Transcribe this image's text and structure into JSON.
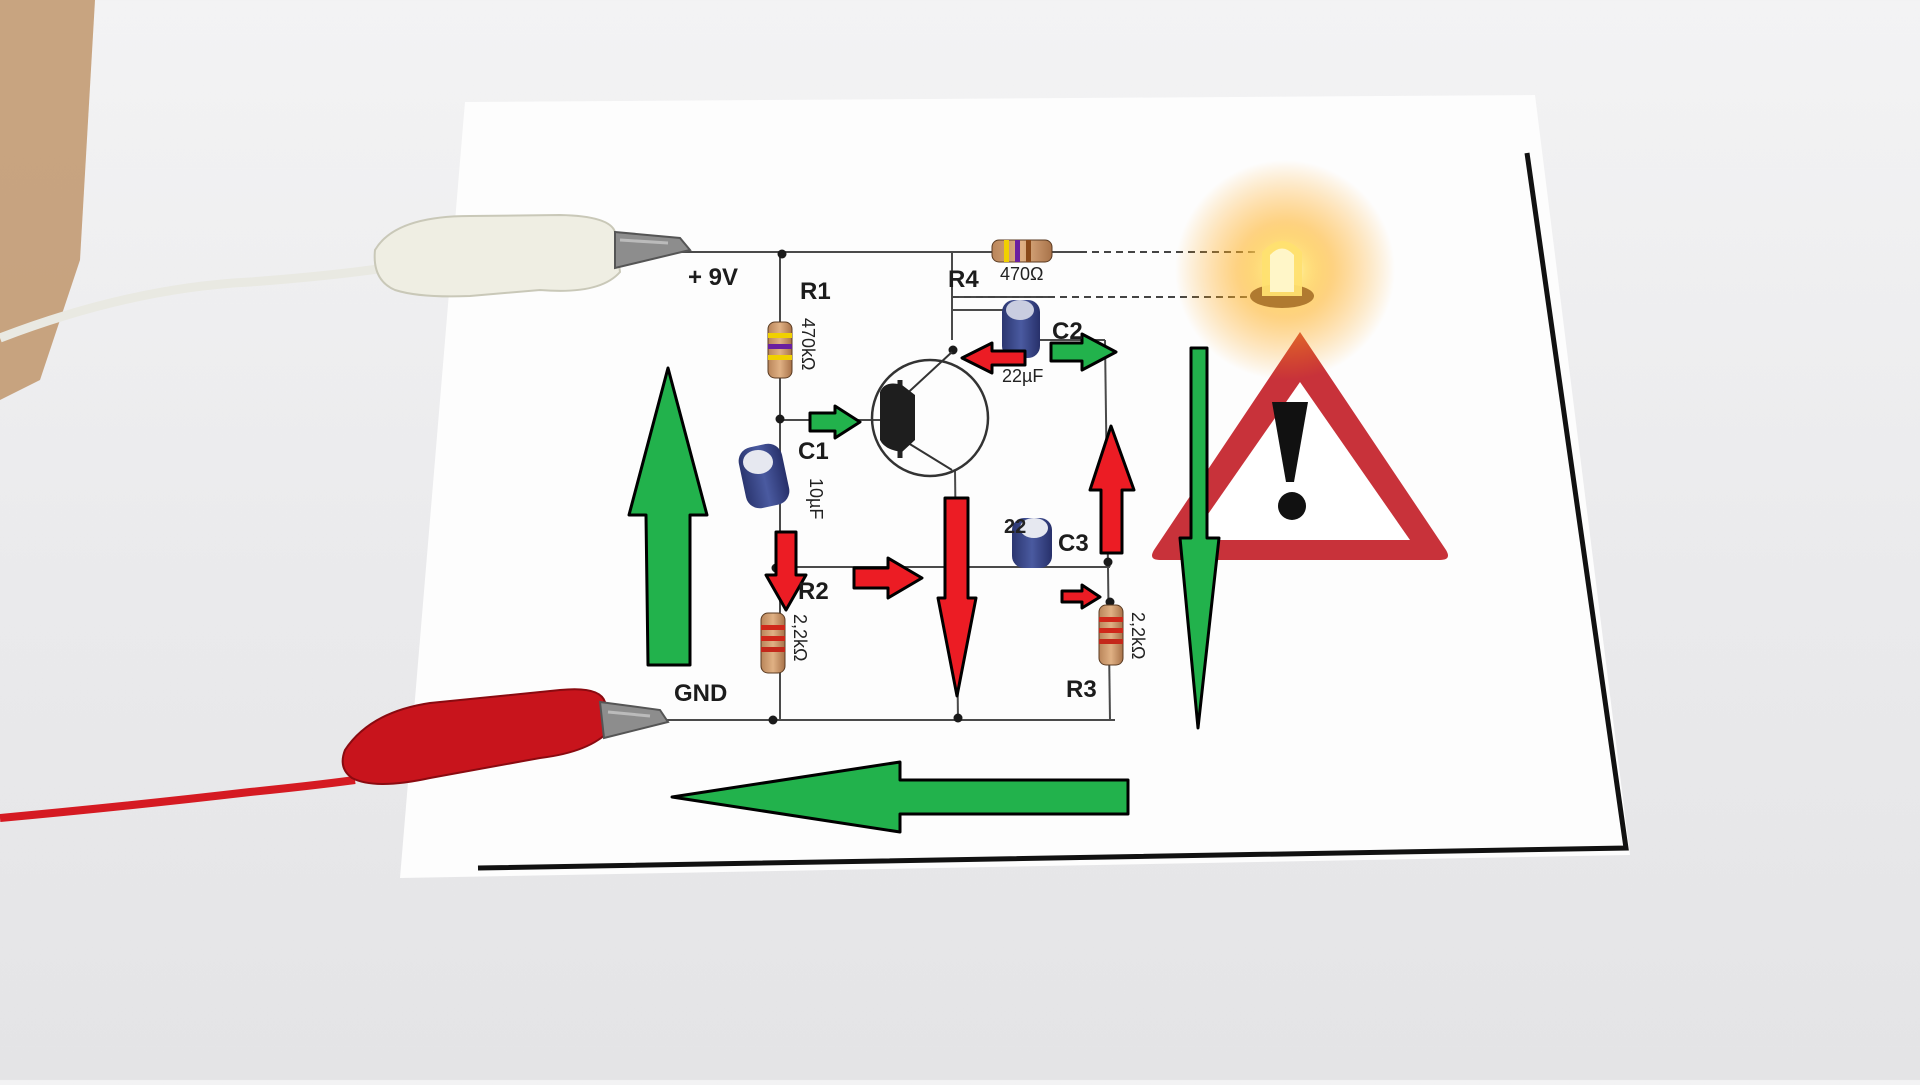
{
  "labels": {
    "supply": "+ 9V",
    "ground": "GND",
    "r1": "R1",
    "r2": "R2",
    "r3": "R3",
    "r4": "R4",
    "c1": "C1",
    "c2": "C2",
    "c3": "C3"
  },
  "values": {
    "r1": "470kΩ",
    "r2": "2,2kΩ",
    "r3": "2,2kΩ",
    "r4": "470Ω",
    "c1": "10µF",
    "c2": "22µF",
    "c3": "22"
  },
  "colors": {
    "current_arrow_green": "#22b24c",
    "current_arrow_red": "#ec1c24",
    "warning_red": "#c8323a",
    "led_glow": "#ffb020",
    "clip_positive": "#efeee3",
    "clip_negative": "#c8141c",
    "board": "#ffffff",
    "capacitor": "#3b4a86"
  },
  "icons": [
    "warning-triangle-icon",
    "exclamation-icon"
  ]
}
